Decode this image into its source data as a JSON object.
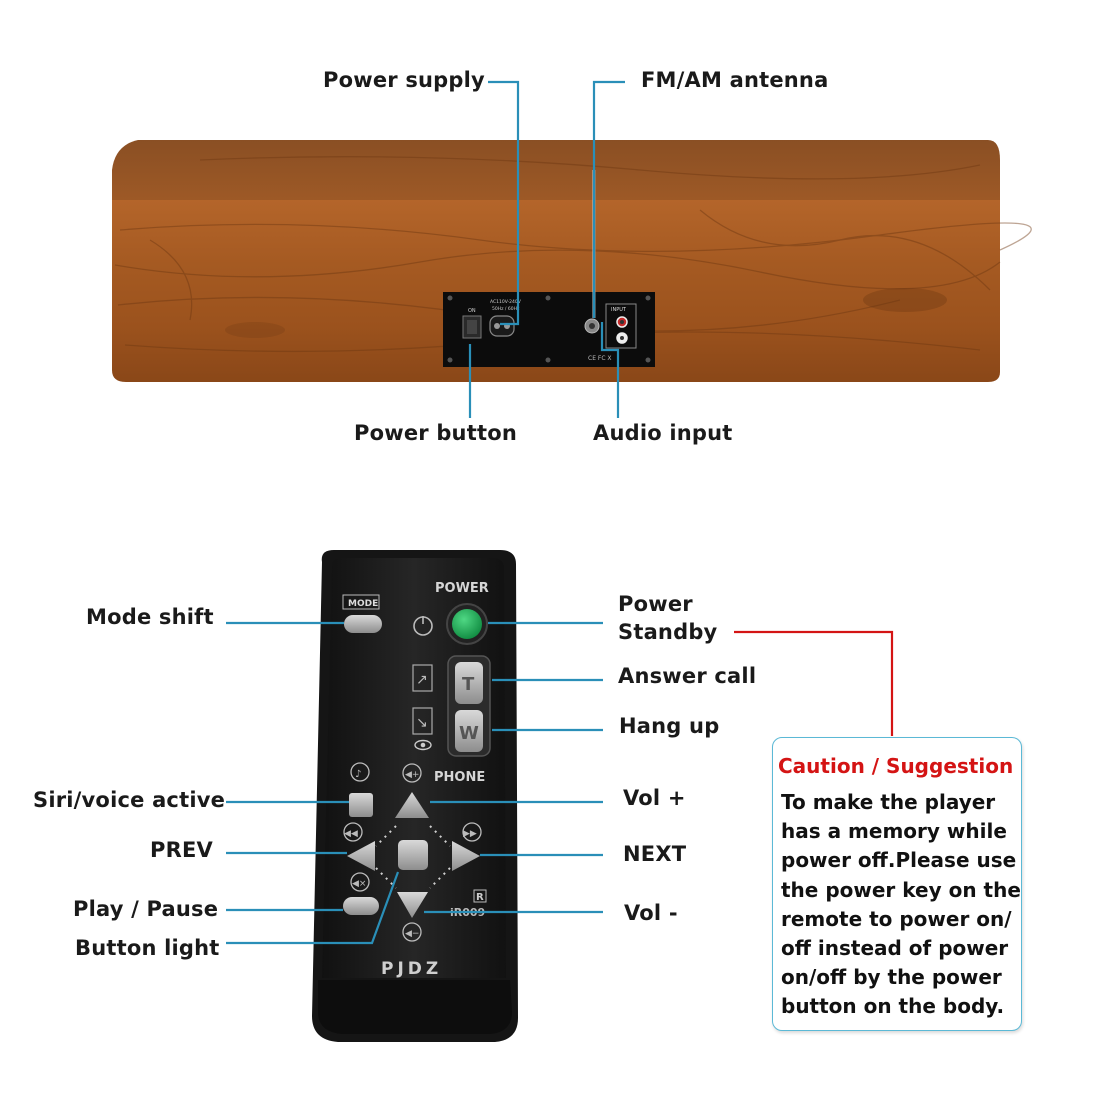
{
  "speaker": {
    "power_supply": "Power supply",
    "antenna": "FM/AM antenna",
    "power_button": "Power button",
    "audio_input": "Audio input",
    "panel_on": "ON",
    "panel_voltage_1": "AC110V-240V",
    "panel_voltage_2": "50Hz / 60Hz",
    "panel_input": "INPUT"
  },
  "remote": {
    "brand": "PJDZ",
    "model": "iR009",
    "power_text": "POWER",
    "phone_text": "PHONE",
    "mode_text": "MODE",
    "t_key": "T",
    "w_key": "W",
    "r_mark": "R"
  },
  "callouts_left": {
    "mode_shift": "Mode shift",
    "siri": "Siri/voice active",
    "prev": "PREV",
    "play_pause": "Play / Pause",
    "button_light": "Button light"
  },
  "callouts_right": {
    "power_line1": "Power",
    "power_line2": "Standby",
    "answer_call": "Answer call",
    "hang_up": "Hang up",
    "vol_up": "Vol +",
    "next": "NEXT",
    "vol_down": "Vol -"
  },
  "caution": {
    "title": "Caution / Suggestion",
    "lines": [
      "To make the player",
      "has a memory while",
      "power off.Please use",
      "the power key on the",
      "remote to power on/",
      "off instead of power",
      "on/off by the power",
      "button on the body."
    ]
  },
  "colors": {
    "leader_line": "#2a8fb8",
    "caution_line": "#d41414",
    "wood": "#a95b22",
    "remote_body": "#1c1c1c",
    "power_key": "#17a352"
  }
}
